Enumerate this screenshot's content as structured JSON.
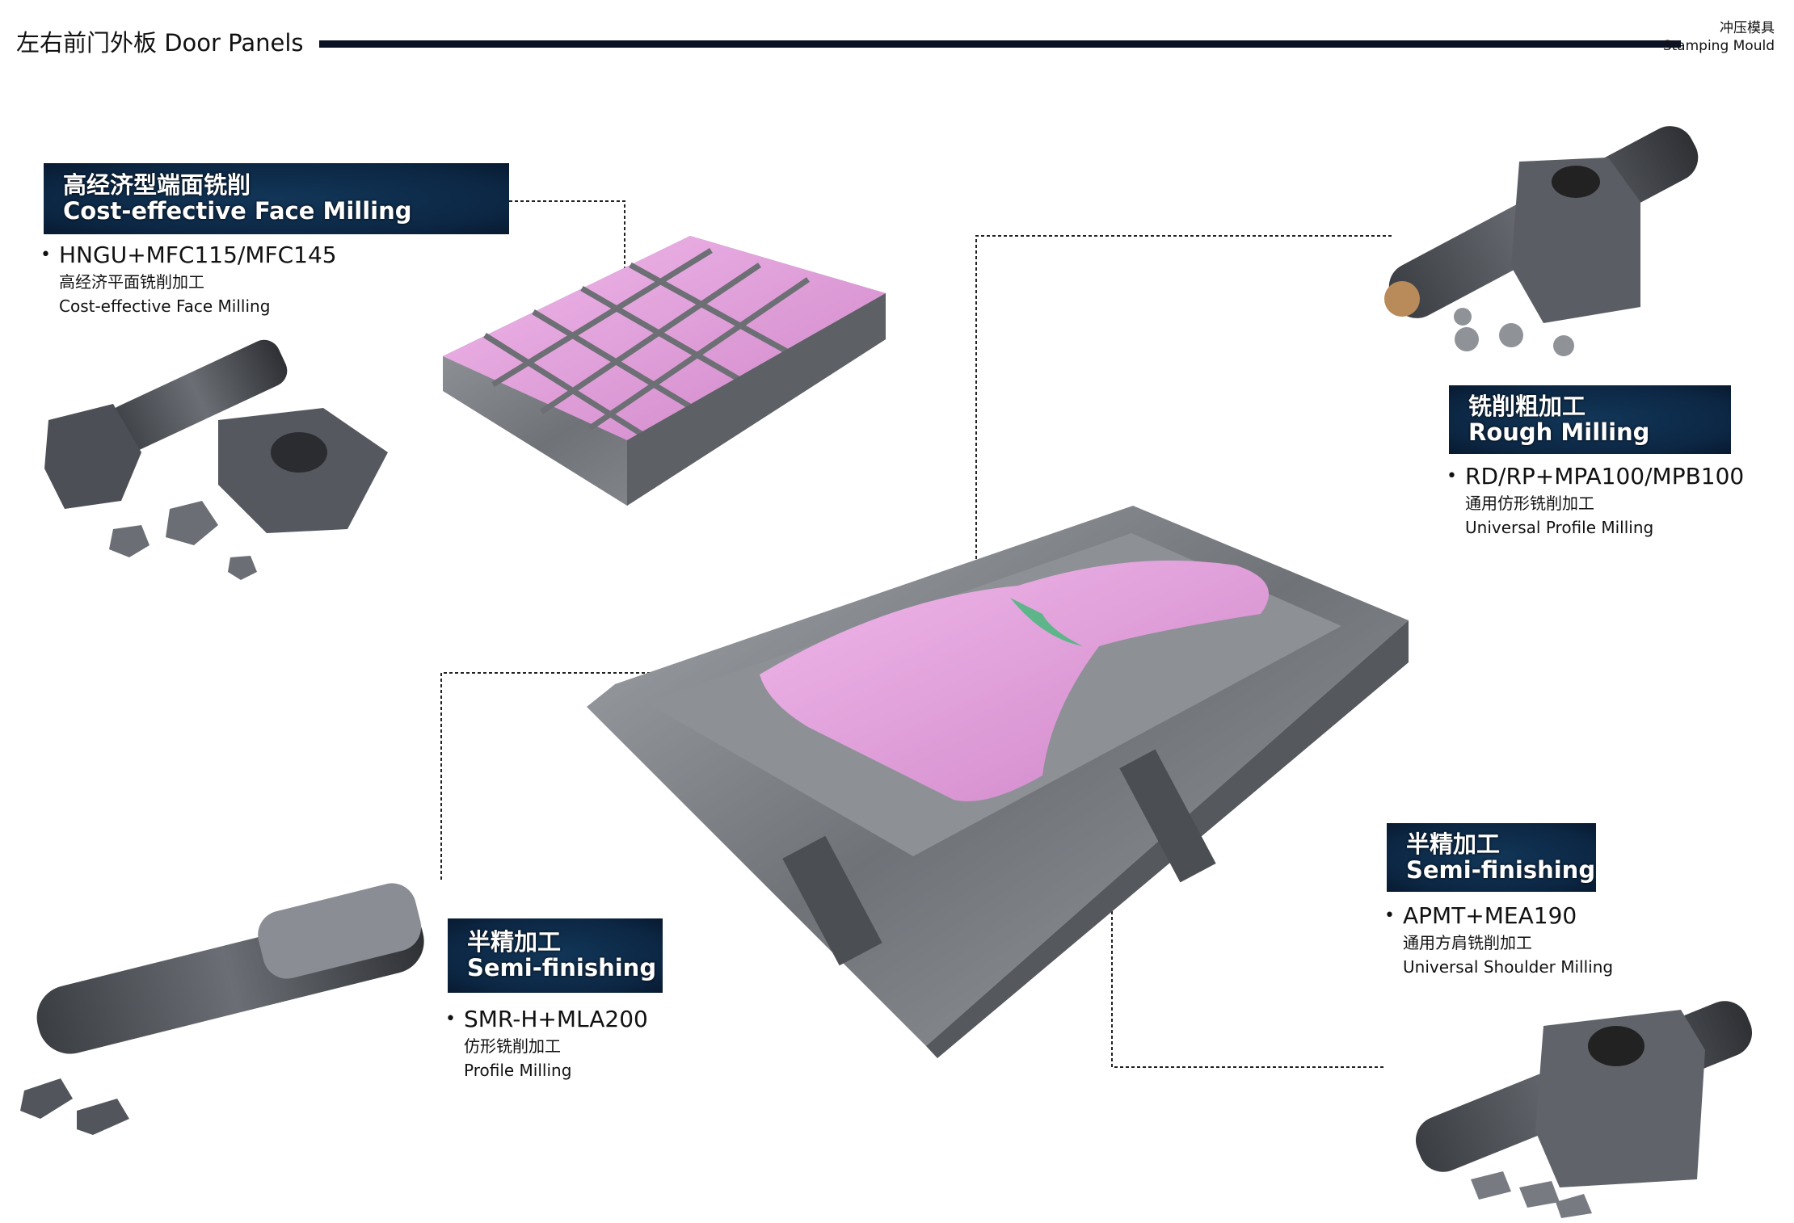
{
  "header": {
    "title": "左右前门外板  Door Panels",
    "right_cn": "冲压模具",
    "right_en": "Stamping Mould"
  },
  "sections": [
    {
      "title_cn": "高经济型端面铣削",
      "title_en": "Cost-effective Face Milling",
      "product": "HNGU+MFC115/MFC145",
      "desc_cn": "高经济平面铣削加工",
      "desc_en": "Cost-effective Face Milling"
    },
    {
      "title_cn": "铣削粗加工",
      "title_en": "Rough Milling",
      "product": "RD/RP+MPA100/MPB100",
      "desc_cn": "通用仿形铣削加工",
      "desc_en": "Universal Profile Milling"
    },
    {
      "title_cn": "半精加工",
      "title_en": "Semi-finishing",
      "product": "APMT+MEA190",
      "desc_cn": "通用方肩铣削加工",
      "desc_en": "Universal Shoulder Milling"
    },
    {
      "title_cn": "半精加工",
      "title_en": "Semi-finishing",
      "product": "SMR-H+MLA200",
      "desc_cn": "仿形铣削加工",
      "desc_en": "Profile Milling"
    }
  ],
  "colors": {
    "box": "#0c2744",
    "bar": "#0b1226",
    "pink": "#e7a6e0",
    "steel": "#7d8186"
  }
}
